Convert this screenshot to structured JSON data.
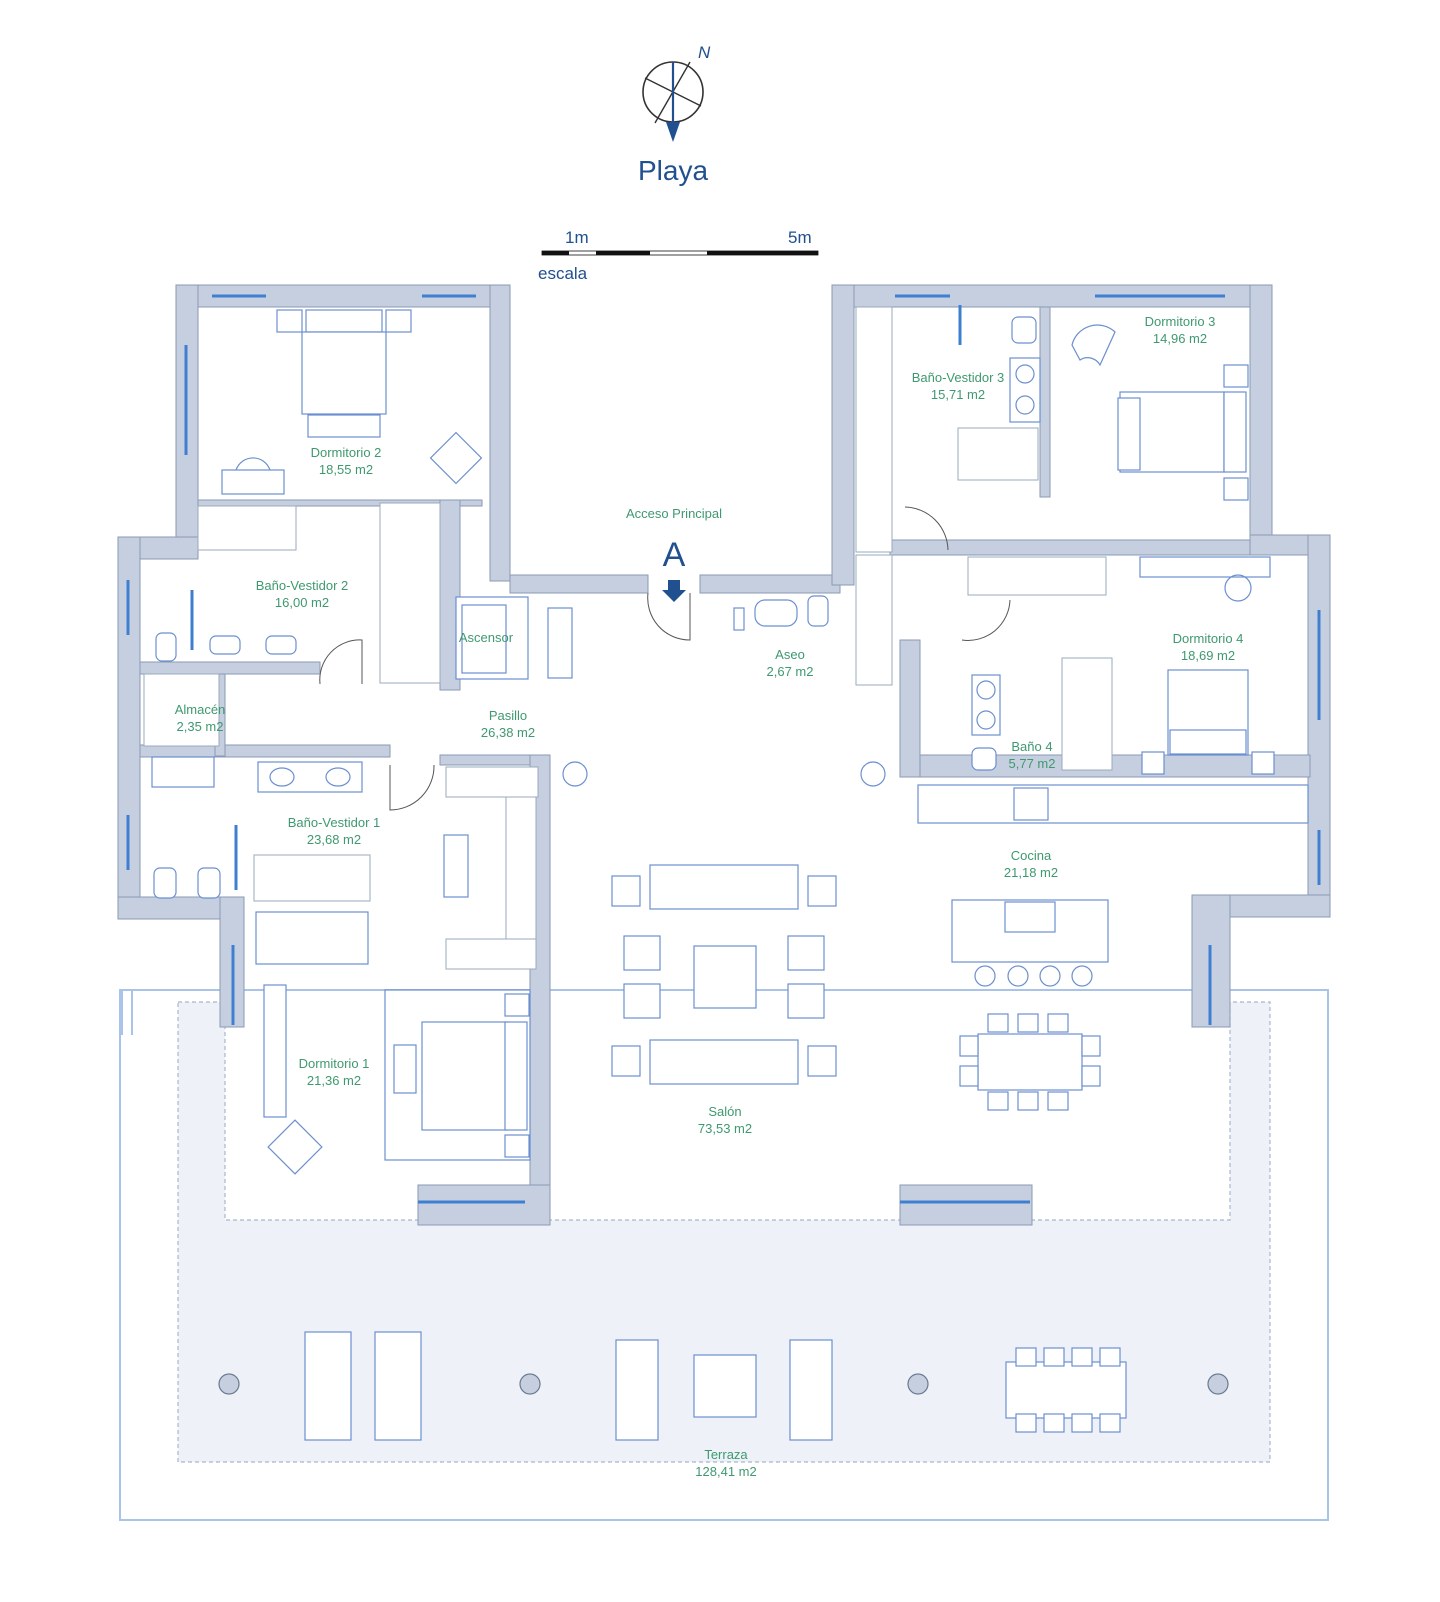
{
  "header": {
    "compass_letter": "N",
    "destination": "Playa"
  },
  "scale": {
    "label_small": "1m",
    "label_large": "5m",
    "caption": "escala"
  },
  "entrance": {
    "label": "Acceso Principal",
    "marker": "A"
  },
  "rooms": [
    {
      "id": "dormitorio-2",
      "name": "Dormitorio 2",
      "area": "18,55 m2"
    },
    {
      "id": "bano-vestidor-2",
      "name": "Baño-Vestidor 2",
      "area": "16,00 m2"
    },
    {
      "id": "almacen",
      "name": "Almacén",
      "area": "2,35 m2"
    },
    {
      "id": "ascensor",
      "name": "Ascensor",
      "area": ""
    },
    {
      "id": "pasillo",
      "name": "Pasillo",
      "area": "26,38 m2"
    },
    {
      "id": "aseo",
      "name": "Aseo",
      "area": "2,67 m2"
    },
    {
      "id": "bano-vestidor-3",
      "name": "Baño-Vestidor 3",
      "area": "15,71 m2"
    },
    {
      "id": "dormitorio-3",
      "name": "Dormitorio 3",
      "area": "14,96 m2"
    },
    {
      "id": "dormitorio-4",
      "name": "Dormitorio 4",
      "area": "18,69 m2"
    },
    {
      "id": "bano-4",
      "name": "Baño 4",
      "area": "5,77 m2"
    },
    {
      "id": "bano-vestidor-1",
      "name": "Baño-Vestidor 1",
      "area": "23,68 m2"
    },
    {
      "id": "cocina",
      "name": "Cocina",
      "area": "21,18 m2"
    },
    {
      "id": "dormitorio-1",
      "name": "Dormitorio 1",
      "area": "21,36 m2"
    },
    {
      "id": "salon",
      "name": "Salón",
      "area": "73,53 m2"
    },
    {
      "id": "terraza",
      "name": "Terraza",
      "area": "128,41 m2"
    }
  ],
  "colors": {
    "wall": "#c5cfdf",
    "window": "#3e7fd0",
    "furniture": "#6b8fcf",
    "room_label": "#3f9970",
    "title": "#20508f",
    "terrace": "#eef2f8"
  }
}
